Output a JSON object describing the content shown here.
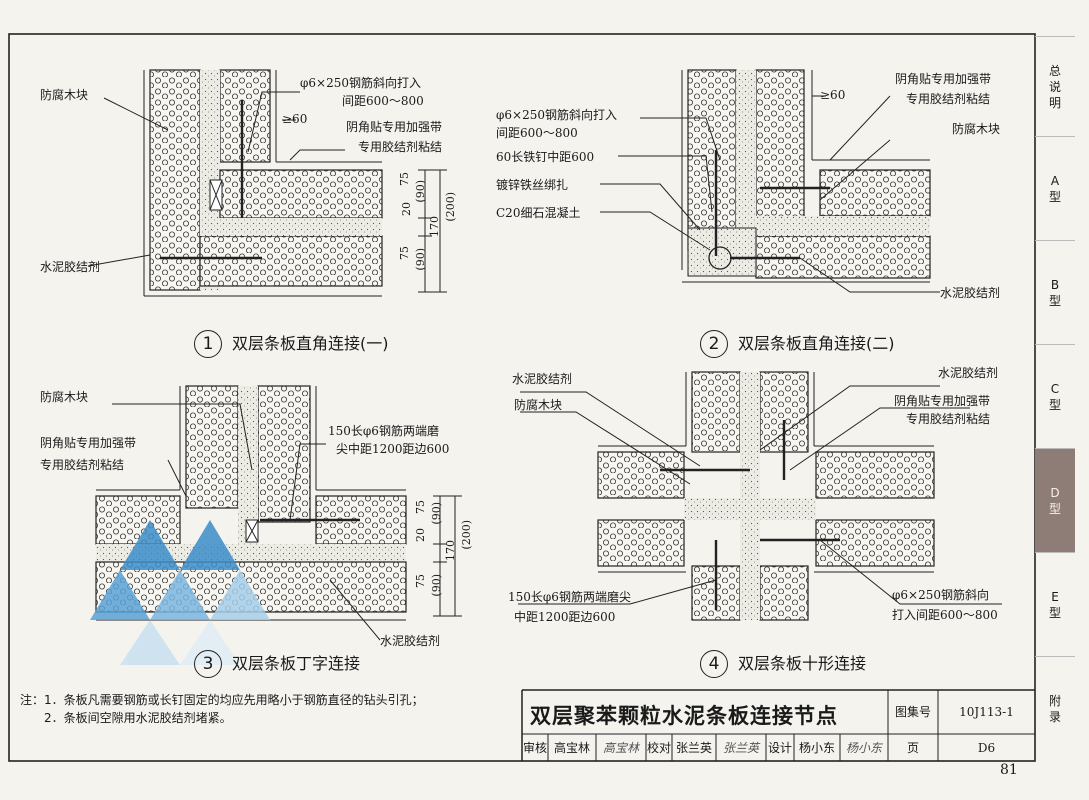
{
  "side_tabs": [
    "总说明",
    "A型",
    "B型",
    "C型",
    "D型",
    "E型",
    "附录"
  ],
  "active_tab": "D型",
  "detail1": {
    "num": "1",
    "title": "双层条板直角连接(一)",
    "label_wood": "防腐木块",
    "label_rebar": "φ6×250钢筋斜向打入",
    "label_rebar_spacing": "间距600～800",
    "label_ge60": "≥60",
    "label_tape": "阴角贴专用加强带",
    "label_tape2": "专用胶结剂粘结",
    "label_cement": "水泥胶结剂",
    "dims": [
      "75",
      "(90)",
      "20",
      "170",
      "(200)",
      "75",
      "(90)"
    ]
  },
  "detail2": {
    "num": "2",
    "title": "双层条板直角连接(二)",
    "label_rebar": "φ6×250钢筋斜向打入",
    "label_rebar_spacing": "间距600～800",
    "label_nail": "60长铁钉中距600",
    "label_wire": "镀锌铁丝绑扎",
    "label_concrete": "C20细石混凝土",
    "label_ge60": "≥60",
    "label_tape": "阴角贴专用加强带",
    "label_tape2": "专用胶结剂粘结",
    "label_wood": "防腐木块",
    "label_cement": "水泥胶结剂"
  },
  "detail3": {
    "num": "3",
    "title": "双层条板丁字连接",
    "label_wood": "防腐木块",
    "label_tape": "阴角贴专用加强带",
    "label_tape2": "专用胶结剂粘结",
    "label_rebar": "150长φ6钢筋两端磨",
    "label_rebar2": "尖中距1200距边600",
    "label_cement": "水泥胶结剂",
    "dims": [
      "75",
      "(90)",
      "20",
      "170",
      "(200)",
      "75",
      "(90)"
    ]
  },
  "detail4": {
    "num": "4",
    "title": "双层条板十形连接",
    "label_cement_left": "水泥胶结剂",
    "label_wood": "防腐木块",
    "label_cement_right": "水泥胶结剂",
    "label_tape": "阴角贴专用加强带",
    "label_tape2": "专用胶结剂粘结",
    "label_rebar_left": "150长φ6钢筋两端磨尖",
    "label_rebar_left2": "中距1200距边600",
    "label_rebar_right": "φ6×250钢筋斜向",
    "label_rebar_right2": "打入间距600～800"
  },
  "notes": {
    "prefix": "注：",
    "note1": "1．条板凡需要钢筋或长钉固定的均应先用略小于钢筋直径的钻头引孔；",
    "note2": "2．条板间空隙用水泥胶结剂堵紧。"
  },
  "title_block": {
    "title": "双层聚苯颗粒水泥条板连接节点",
    "atlas_label": "图集号",
    "atlas_no": "10J113-1",
    "review_label": "审核",
    "reviewer": "高宝林",
    "reviewer_sig": "高宝林",
    "check_label": "校对",
    "checker": "张兰英",
    "checker_sig": "张兰英",
    "design_label": "设计",
    "designer": "杨小东",
    "designer_sig": "杨小东",
    "page_label": "页",
    "page_code": "D6"
  },
  "page_number": "81"
}
